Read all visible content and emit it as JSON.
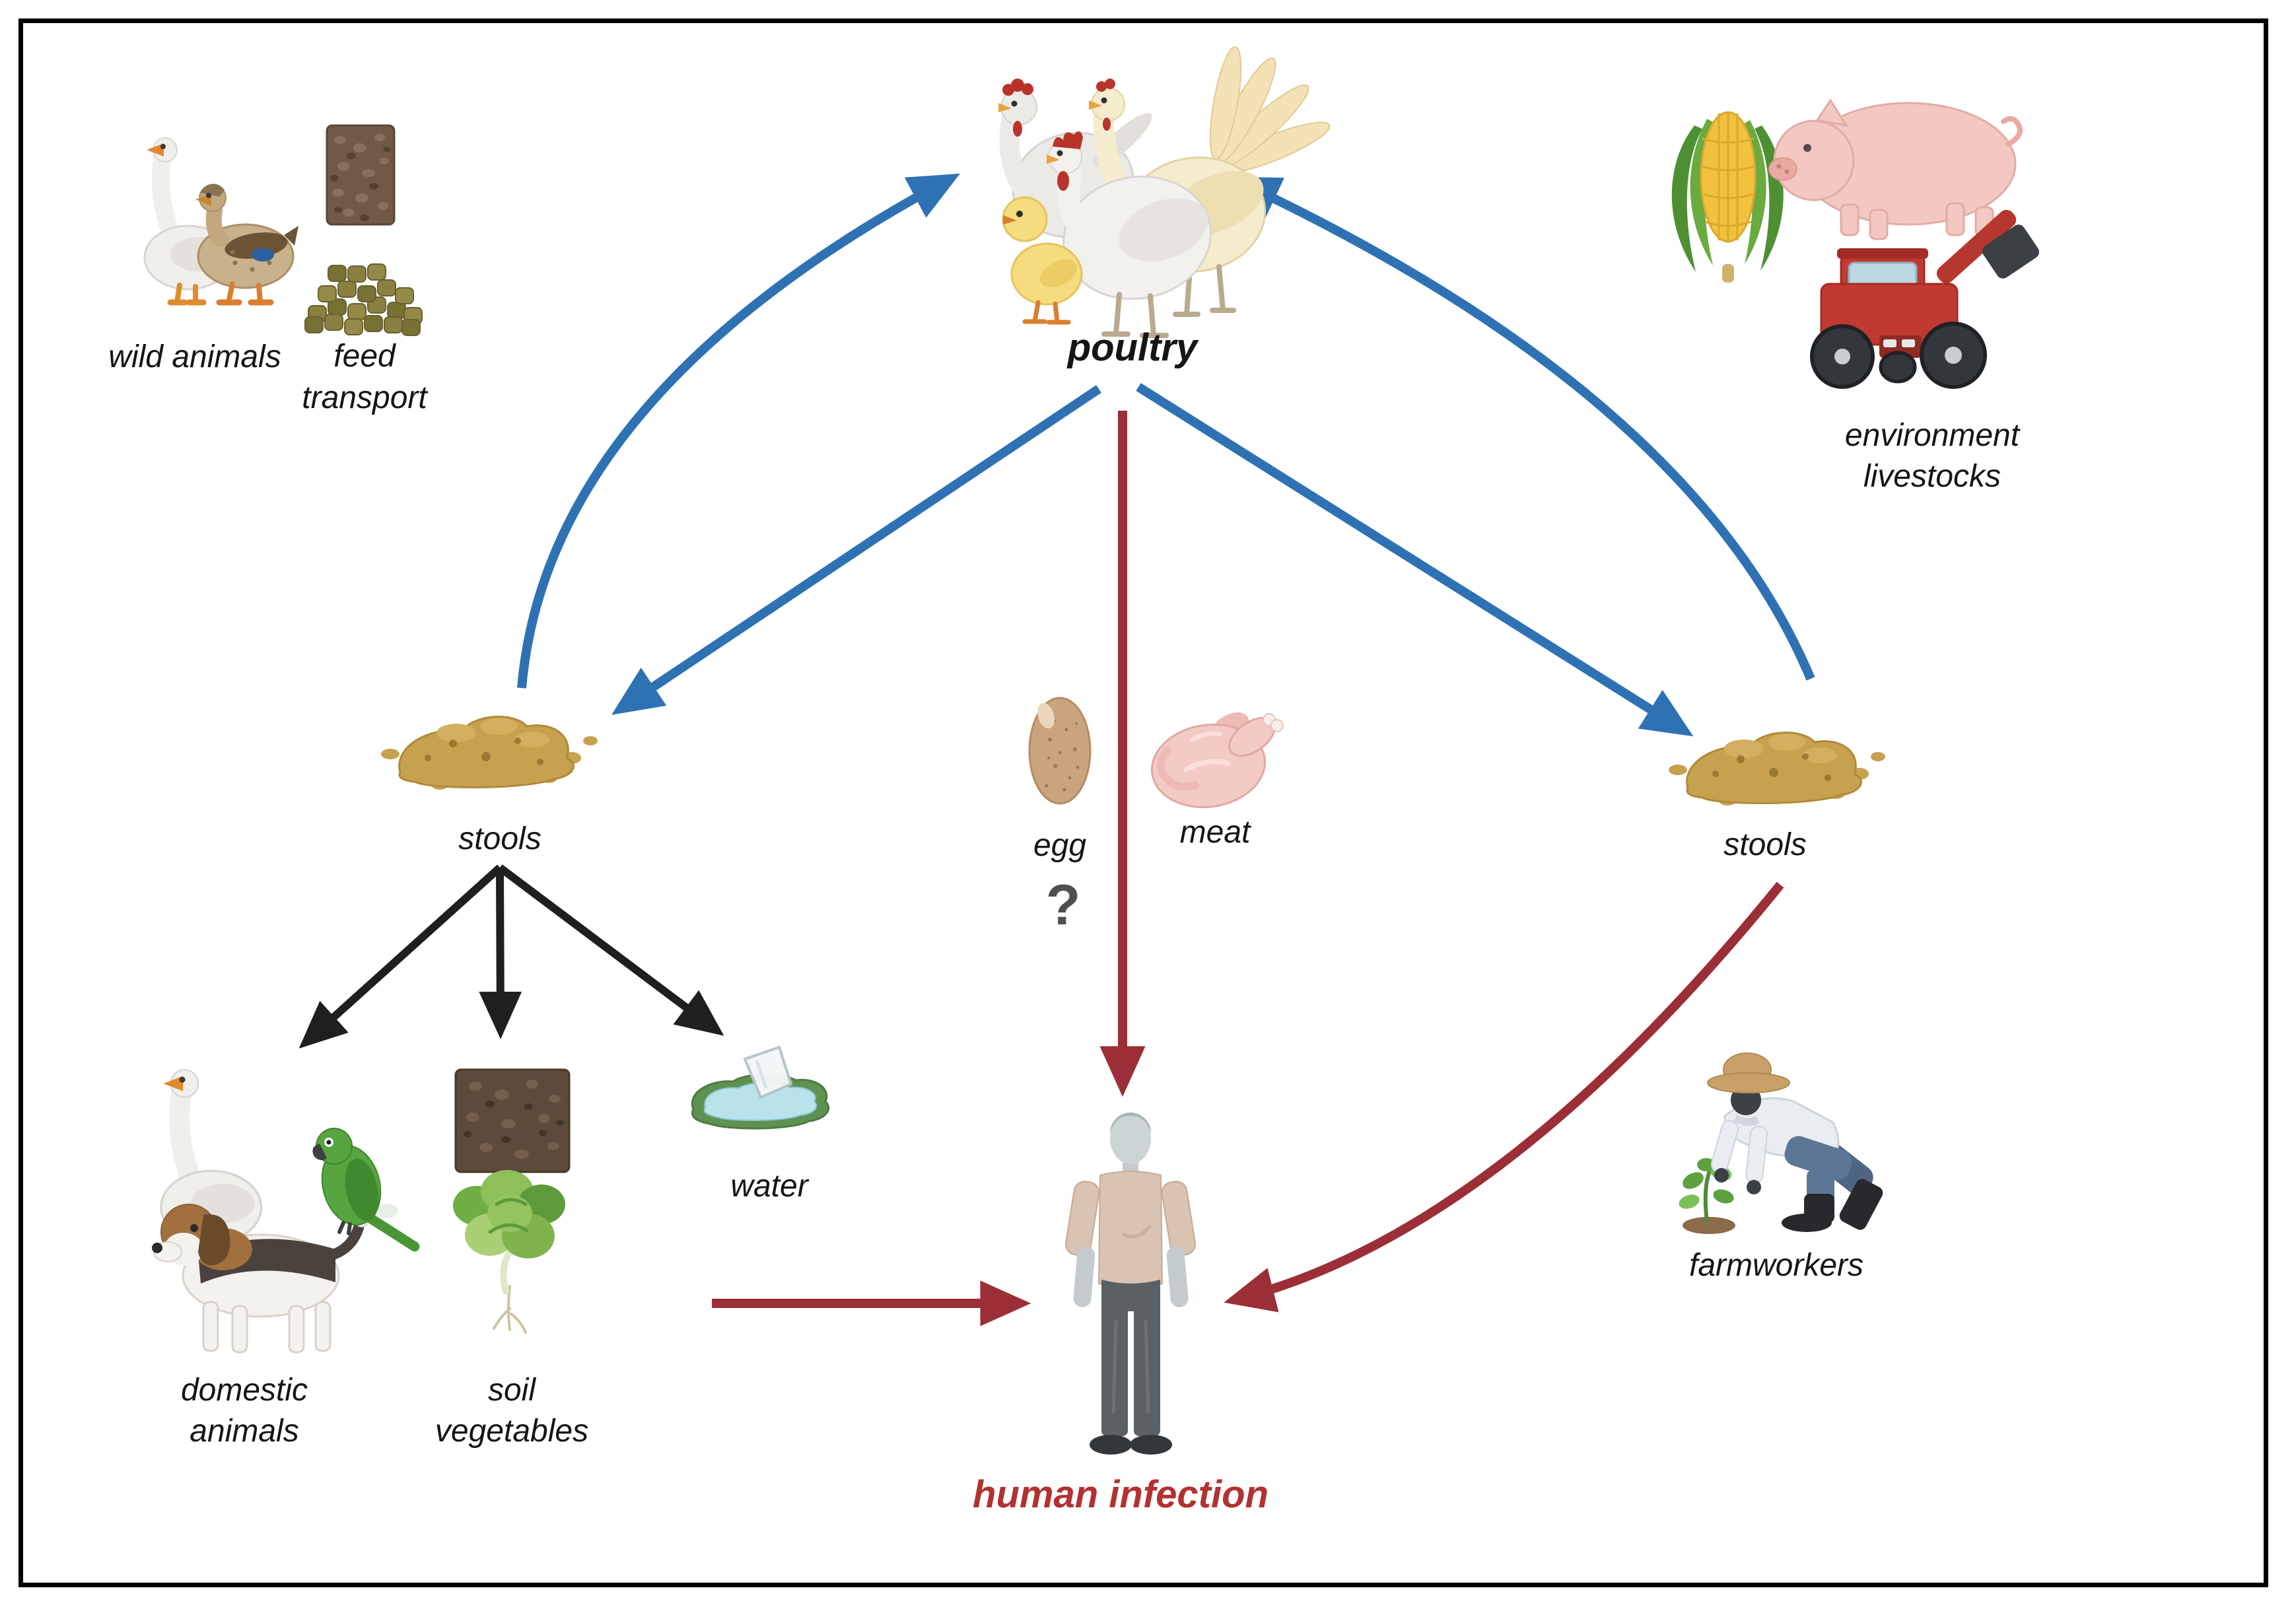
{
  "diagram": {
    "type": "transmission-pathway",
    "nodes": {
      "poultry": {
        "label": "poultry"
      },
      "wild_animals": {
        "label": "wild animals"
      },
      "feed_transport": {
        "line1": "feed",
        "line2": "transport"
      },
      "environment_livestocks": {
        "line1": "environment",
        "line2": "livestocks"
      },
      "stools_left": {
        "label": "stools"
      },
      "stools_right": {
        "label": "stools"
      },
      "egg": {
        "label": "egg",
        "uncertainty_mark": "?"
      },
      "meat": {
        "label": "meat"
      },
      "water": {
        "label": "water"
      },
      "domestic_animals": {
        "line1": "domestic",
        "line2": "animals"
      },
      "soil_vegetables": {
        "line1": "soil",
        "line2": "vegetables"
      },
      "farmworkers": {
        "label": "farmworkers"
      },
      "human": {
        "label": "human infection"
      }
    },
    "edges": [
      {
        "from": "stools_left",
        "to": "poultry",
        "color": "blue",
        "style": "curved"
      },
      {
        "from": "poultry",
        "to": "stools_left",
        "color": "blue",
        "style": "straight"
      },
      {
        "from": "poultry",
        "to": "stools_right",
        "color": "blue",
        "style": "straight"
      },
      {
        "from": "stools_right",
        "to": "poultry",
        "color": "blue",
        "style": "curved"
      },
      {
        "from": "poultry",
        "to": "human",
        "color": "dark_red",
        "style": "straight",
        "note": "passes between egg and meat"
      },
      {
        "from": "water",
        "to": "human",
        "color": "dark_red",
        "style": "straight"
      },
      {
        "from": "stools_right",
        "to": "human",
        "color": "dark_red",
        "style": "curved"
      },
      {
        "from": "stools_left",
        "to": "domestic_animals",
        "color": "black",
        "style": "straight"
      },
      {
        "from": "stools_left",
        "to": "soil_vegetables",
        "color": "black",
        "style": "straight"
      },
      {
        "from": "stools_left",
        "to": "water",
        "color": "black",
        "style": "straight"
      }
    ],
    "colors": {
      "blue_arrow": "#2e72b4",
      "dark_red_arrow": "#9b2e36",
      "black_arrow": "#1f1f1f",
      "label_text": "#151515",
      "human_infection_text": "#b23131",
      "question_mark": "#4f4f4f",
      "border": "#000000",
      "background": "#ffffff"
    }
  }
}
